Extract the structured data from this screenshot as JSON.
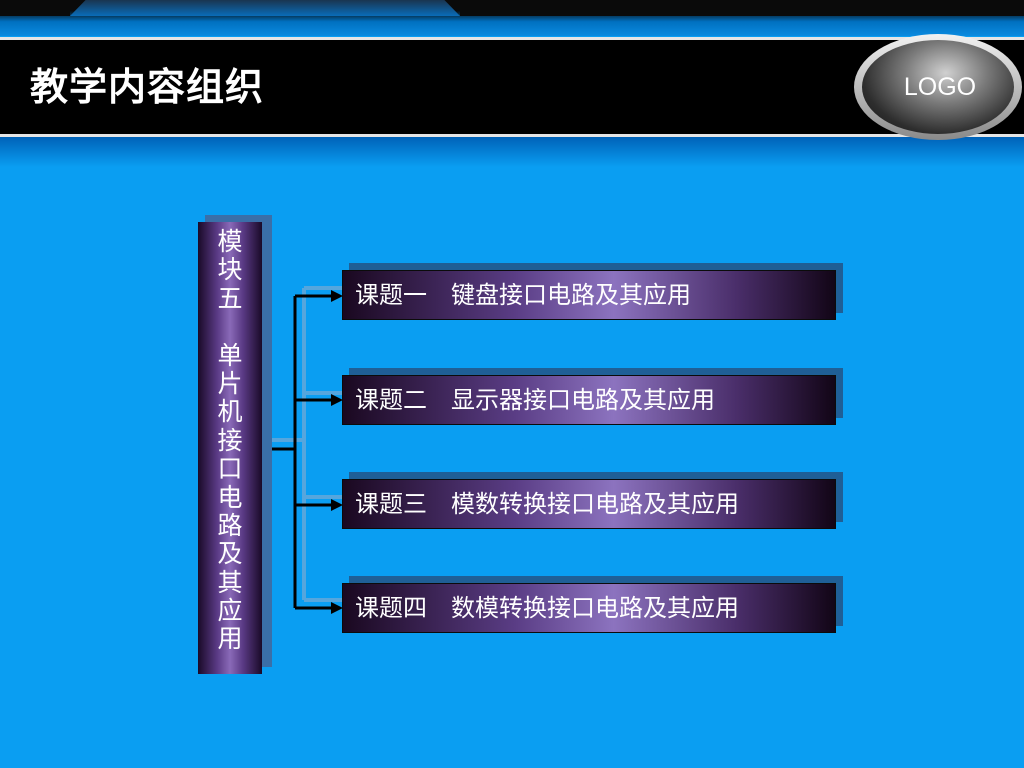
{
  "page_title": "教学内容组织",
  "logo": {
    "text": "LOGO"
  },
  "module": {
    "chars": [
      "模",
      "块",
      "五",
      "",
      "单",
      "片",
      "机",
      "接",
      "口",
      "电",
      "路",
      "及",
      "其",
      "应",
      "用"
    ]
  },
  "topics": [
    {
      "label": "课题一　键盘接口电路及其应用"
    },
    {
      "label": "课题二　显示器接口电路及其应用"
    },
    {
      "label": "课题三　模数转换接口电路及其应用"
    },
    {
      "label": "课题四　数模转换接口电路及其应用"
    }
  ],
  "colors": {
    "background": "#0a9ef2",
    "title_bar": "#000000",
    "box_purple": "#8c73bf"
  }
}
